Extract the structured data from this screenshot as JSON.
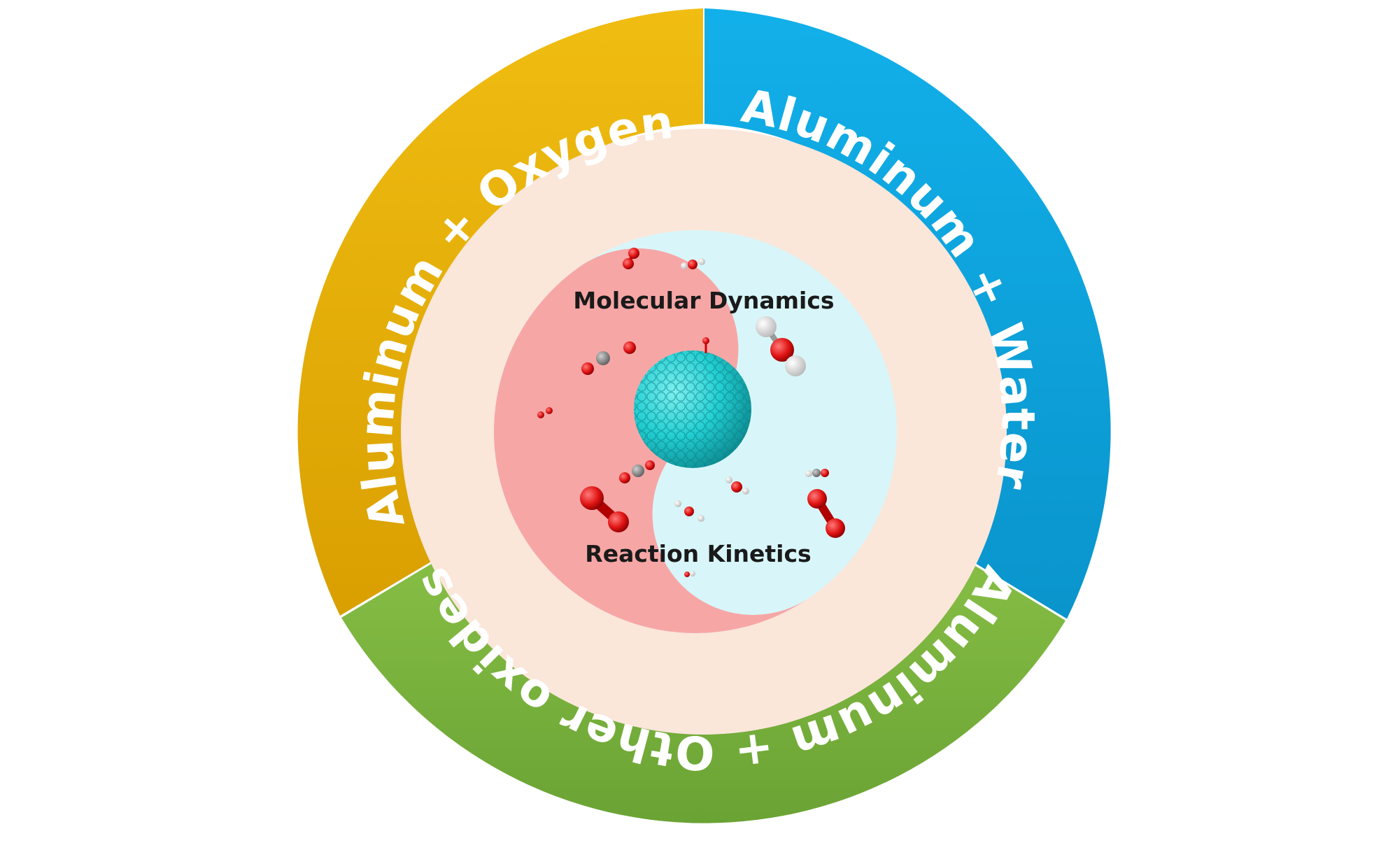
{
  "segments": [
    {
      "label": "Aluminum + Oxygen",
      "color": "#e8b100"
    },
    {
      "label": "Aluminum + Water",
      "color": "#0ea7e0"
    },
    {
      "label": "Aluminum + Other oxides",
      "color": "#7ab33f"
    }
  ],
  "core": {
    "top_label": "Molecular Dynamics",
    "bottom_label": "Reaction Kinetics"
  },
  "colors": {
    "inner_disc": "#fbe6da",
    "yin": "#f7a6a6",
    "yang": "#d8f6f9",
    "nanoparticle": "#22cfd2",
    "oxygen_atom": "#e11414",
    "hydrogen_atom": "#f2f2f2",
    "carbon_atom": "#8c8c8c"
  }
}
